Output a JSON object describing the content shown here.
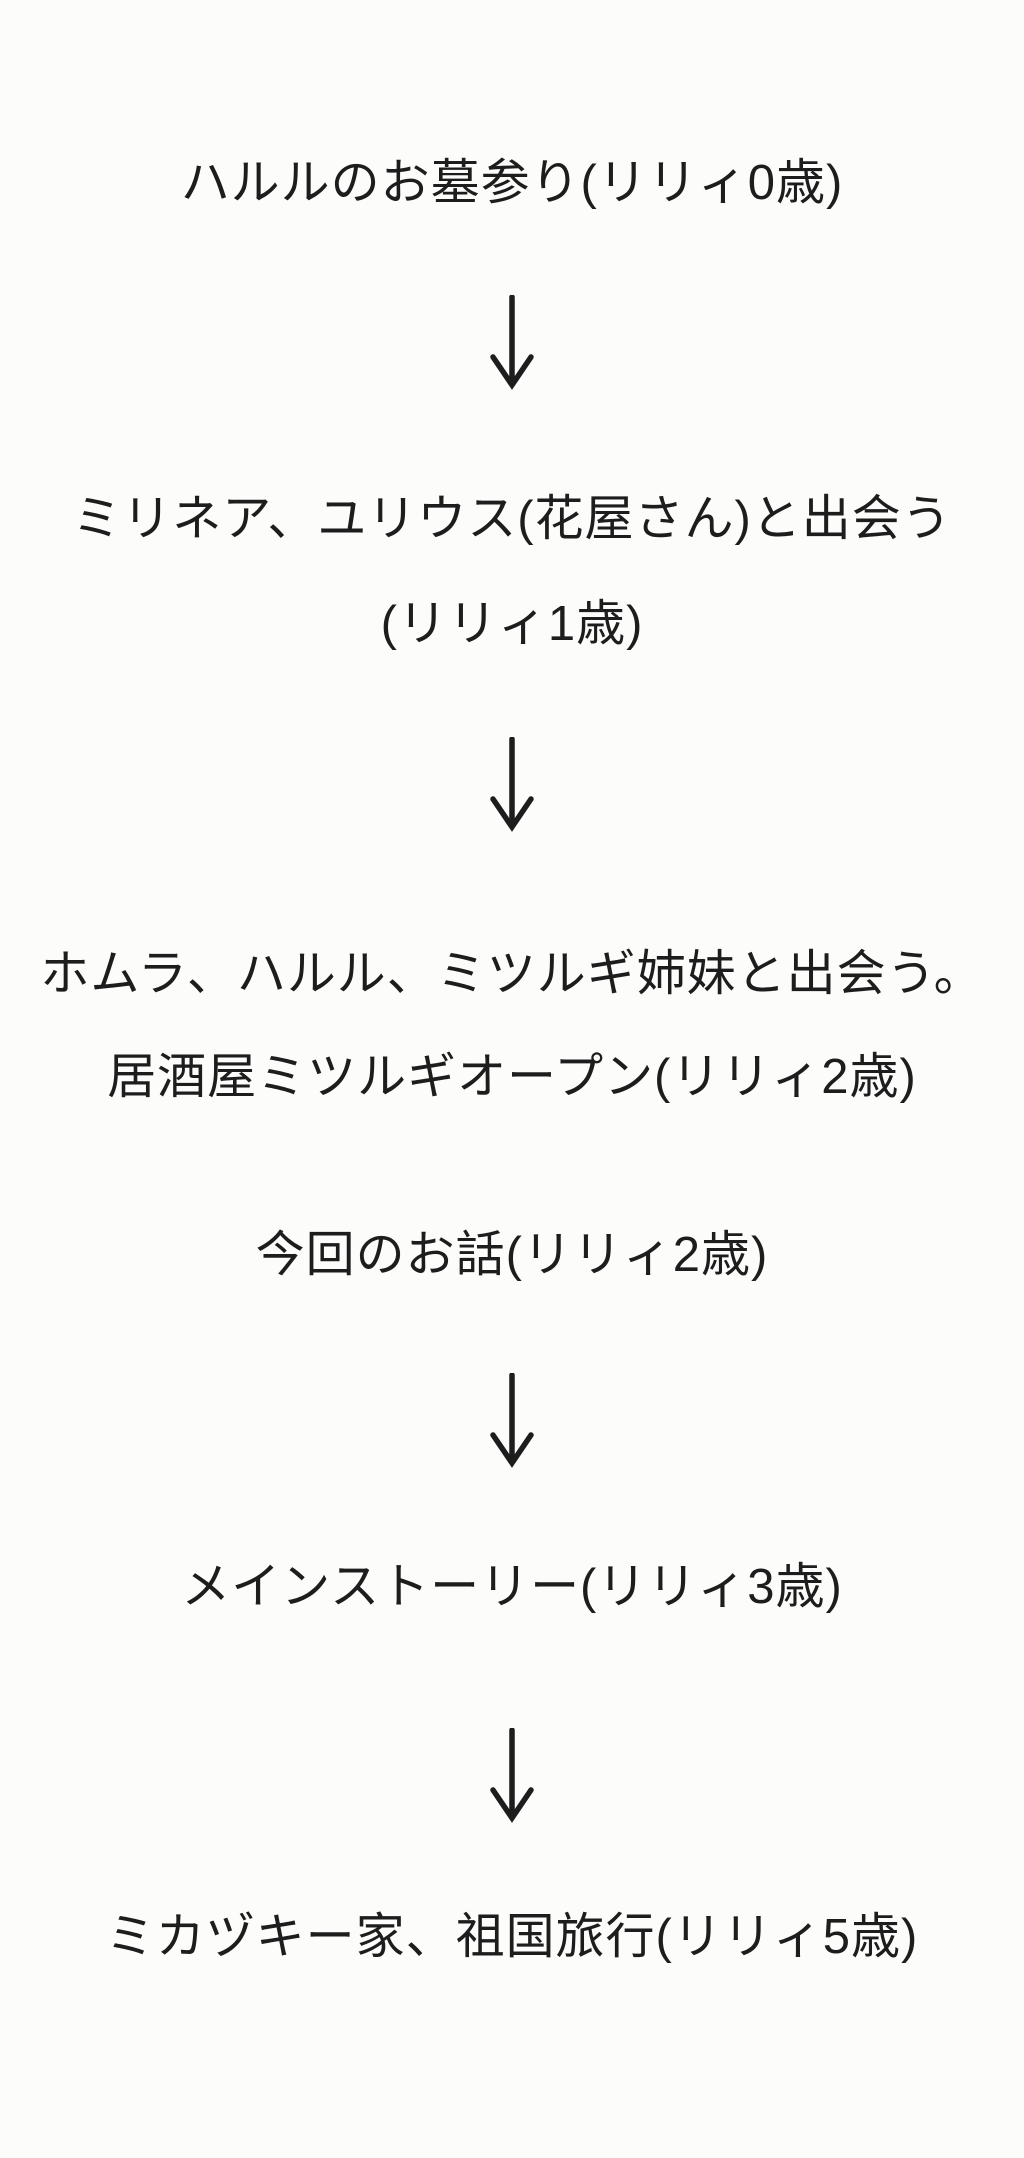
{
  "page": {
    "background_color": "#fcfcfb",
    "text_color": "#1d1d1d"
  },
  "icons": {
    "down_arrow": "↓"
  },
  "timeline": {
    "nodes": [
      {
        "lines": [
          "ハルルのお墓参り(リリィ0歳)"
        ],
        "arrow_after": true
      },
      {
        "lines": [
          "ミリネア、ユリウス(花屋さん)と出会う",
          "(リリィ1歳)"
        ],
        "arrow_after": true
      },
      {
        "lines": [
          "ホムラ、ハルル、ミツルギ姉妹と出会う。",
          "居酒屋ミツルギオープン(リリィ2歳)"
        ],
        "arrow_after": false
      },
      {
        "lines": [
          "今回のお話(リリィ2歳)"
        ],
        "arrow_after": true
      },
      {
        "lines": [
          "メインストーリー(リリィ3歳)"
        ],
        "arrow_after": true
      },
      {
        "lines": [
          "ミカヅキー家、祖国旅行(リリィ5歳)"
        ],
        "arrow_after": false
      }
    ]
  }
}
